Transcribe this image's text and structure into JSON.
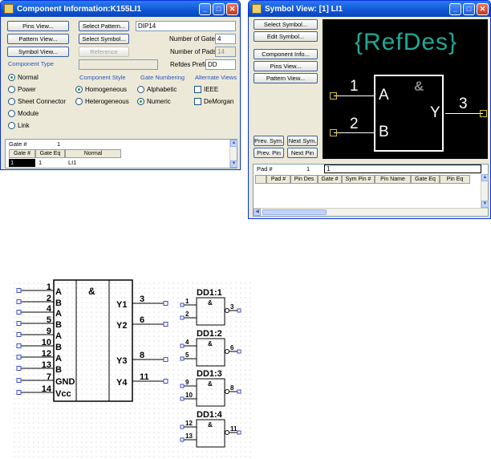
{
  "component_window": {
    "title": "Component Information:K155LI1",
    "buttons": {
      "pins_view": "Pins View...",
      "pattern_view": "Pattern View...",
      "symbol_view": "Symbol View...",
      "select_pattern": "Select Pattern...",
      "select_symbol": "Select Symbol...",
      "reference": "Reference"
    },
    "pattern_value": "DIP14",
    "number_of_gates_label": "Number of Gates:",
    "number_of_gates": "4",
    "number_of_pads_label": "Number of Pads:",
    "number_of_pads": "14",
    "refdes_prefix_label": "Refdes Prefix:",
    "refdes_prefix": "DD",
    "component_type": {
      "title": "Component Type",
      "options": [
        "Normal",
        "Power",
        "Sheet Connector",
        "Module",
        "Link"
      ],
      "selected": "Normal"
    },
    "component_style": {
      "title": "Component Style",
      "options": [
        "Homogeneous",
        "Heterogeneous"
      ],
      "selected": "Homogeneous"
    },
    "gate_numbering": {
      "title": "Gate Numbering",
      "options": [
        "Alphabetic",
        "Numeric"
      ],
      "selected": "Numeric"
    },
    "alternate_views": {
      "title": "Alternate Views",
      "options": [
        "IEEE",
        "DeMorgan"
      ]
    },
    "gate_grid": {
      "label": "Gate #",
      "value": "1",
      "columns": [
        "Gate #",
        "Gate Eq",
        "Normal"
      ],
      "rows": [
        [
          "1",
          "1",
          "LI1"
        ]
      ]
    }
  },
  "symbol_window": {
    "title": "Symbol View: [1] LI1",
    "buttons": {
      "select_symbol": "Select Symbol...",
      "edit_symbol": "Edit Symbol...",
      "component_info": "Component Info...",
      "pins_view": "Pins View...",
      "pattern_view": "Pattern View...",
      "prev_sym": "Prev. Sym.",
      "next_sym": "Next Sym.",
      "prev_pin": "Prev. Pin",
      "next_pin": "Next Pin"
    },
    "preview": {
      "refdes": "{RefDes}",
      "gate_symbol": "&",
      "pins": [
        {
          "number": "1",
          "name": "A"
        },
        {
          "number": "2",
          "name": "B"
        },
        {
          "number": "3",
          "name": "Y"
        }
      ]
    },
    "pad_grid": {
      "label": "Pad #",
      "value": "1",
      "field": "1",
      "columns": [
        "Pad #",
        "Pin Des",
        "Gate #",
        "Sym Pin #",
        "Pin Name",
        "Gate Eq",
        "Pin Eq"
      ]
    }
  },
  "schematic": {
    "ic": {
      "symbol": "&",
      "left_pins": [
        {
          "number": "1",
          "name": "A"
        },
        {
          "number": "2",
          "name": "B"
        },
        {
          "number": "4",
          "name": "A"
        },
        {
          "number": "5",
          "name": "B"
        },
        {
          "number": "9",
          "name": "A"
        },
        {
          "number": "10",
          "name": "B"
        },
        {
          "number": "12",
          "name": "A"
        },
        {
          "number": "13",
          "name": "B"
        },
        {
          "number": "7",
          "name": "GND"
        },
        {
          "number": "14",
          "name": "Vcc"
        }
      ],
      "right_pins": [
        {
          "number": "3",
          "name": "Y1"
        },
        {
          "number": "6",
          "name": "Y2"
        },
        {
          "number": "8",
          "name": "Y3"
        },
        {
          "number": "11",
          "name": "Y4"
        }
      ]
    },
    "gates": [
      {
        "label": "DD1:1",
        "inputs": [
          "1",
          "2"
        ],
        "output": "3"
      },
      {
        "label": "DD1:2",
        "inputs": [
          "4",
          "5"
        ],
        "output": "6"
      },
      {
        "label": "DD1:3",
        "inputs": [
          "9",
          "10"
        ],
        "output": "8"
      },
      {
        "label": "DD1:4",
        "inputs": [
          "12",
          "13"
        ],
        "output": "11"
      }
    ],
    "gate_symbol": "&"
  }
}
